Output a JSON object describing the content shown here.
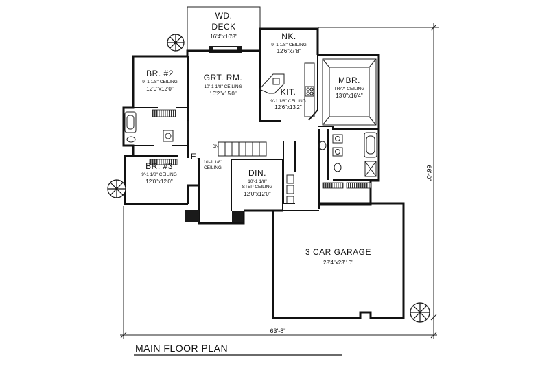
{
  "title": "MAIN FLOOR PLAN",
  "dimensions": {
    "width": "63'-8\"",
    "depth": "66'-0\""
  },
  "rooms": {
    "deck": {
      "name_line1": "WD.",
      "name_line2": "DECK",
      "size": "16'4\"x10'8\""
    },
    "nook": {
      "name": "NK.",
      "ceiling": "9'-1 1/8\" CEILING",
      "size": "12'6\"x7'8\""
    },
    "br2": {
      "name": "BR. #2",
      "ceiling": "9'-1 1/8\" CEILING",
      "size": "12'0\"x12'0\""
    },
    "grtrm": {
      "name": "GRT. RM.",
      "ceiling": "10'-1 1/8\" CEILING",
      "size": "16'2\"x15'0\""
    },
    "kit": {
      "name": "KIT.",
      "ceiling": "9'-1 1/8\" CEILING",
      "size": "12'6\"x13'2\""
    },
    "mbr": {
      "name": "MBR.",
      "ceiling": "TRAY CEILING",
      "size": "13'0\"x16'4\""
    },
    "entry": {
      "name": "E.",
      "ceiling_line1": "10'-1 1/8\"",
      "ceiling_line2": "CEILING"
    },
    "br3": {
      "name": "BR. #3",
      "ceiling": "9'-1 1/8\" CEILING",
      "size": "12'0\"x12'0\""
    },
    "din": {
      "name": "DIN.",
      "ceiling_line1": "10'-1 1/8\"",
      "ceiling_line2": "STEP CEILING",
      "size": "12'0\"x12'0\""
    },
    "garage": {
      "name": "3 CAR GARAGE",
      "size": "28'4\"x23'10\""
    },
    "stair": {
      "label": "DN"
    }
  }
}
